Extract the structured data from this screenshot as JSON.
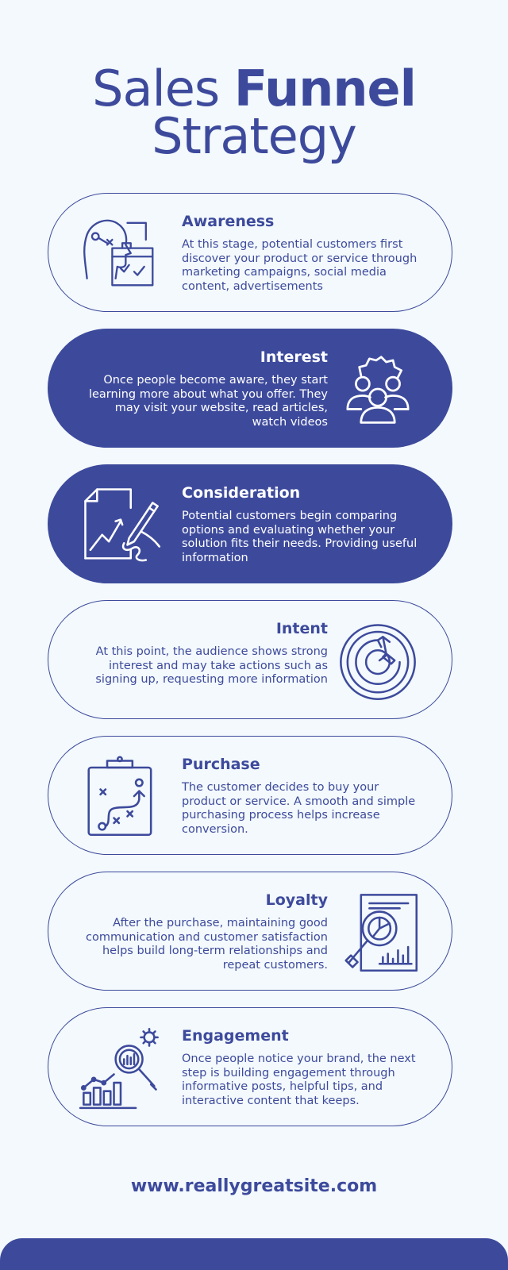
{
  "title": {
    "line1_light": "Sales ",
    "line1_bold": "Funnel",
    "line2": "Strategy"
  },
  "stages": [
    {
      "title": "Awareness",
      "icon": "thinking-head-checklist-icon",
      "text": "At this stage, potential customers first discover your product or service through marketing campaigns, social media content, advertisements"
    },
    {
      "title": "Interest",
      "icon": "team-gear-icon",
      "text": "Once people become aware, they start learning more about what you offer. They may visit your website, read articles, watch videos"
    },
    {
      "title": "Consideration",
      "icon": "document-writing-chart-icon",
      "text": "Potential customers begin comparing options and evaluating whether your solution fits their needs. Providing useful information"
    },
    {
      "title": "Intent",
      "icon": "target-dart-icon",
      "text": "At this point, the audience shows strong interest and may take actions such as signing up, requesting more information"
    },
    {
      "title": "Purchase",
      "icon": "strategy-clipboard-icon",
      "text": "The customer decides to buy your product or service. A smooth and simple purchasing process helps increase conversion."
    },
    {
      "title": "Loyalty",
      "icon": "report-magnifier-icon",
      "text": "After the purchase, maintaining good communication and customer satisfaction helps build long-term relationships and repeat customers."
    },
    {
      "title": "Engagement",
      "icon": "analytics-magnifier-gear-icon",
      "text": "Once people notice your brand, the next step is building engagement through informative posts, helpful tips, and interactive content that keeps."
    }
  ],
  "website": "www.reallygreatsite.com",
  "colors": {
    "accent": "#3d4a9c",
    "background": "#f3f9fc"
  }
}
